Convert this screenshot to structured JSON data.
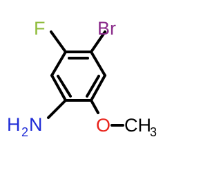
{
  "molecule": {
    "atoms": {
      "fluorine": "F",
      "bromine": "Br",
      "amine_h": "H",
      "amine_n": "N",
      "amine_sub": "2",
      "oxygen": "O",
      "methyl": "CH",
      "methyl_sub": "3"
    }
  },
  "colors": {
    "bond": "#000000",
    "fluorine": "#8fbc3c",
    "bromine": "#8b2c8b",
    "nitrogen": "#1e2bd6",
    "oxygen": "#e8231b",
    "carbon": "#000000"
  }
}
